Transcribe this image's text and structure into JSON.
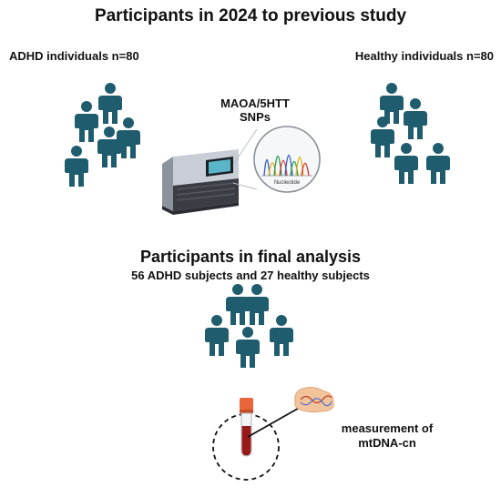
{
  "title": "Participants in 2024 to previous study",
  "left_group_label": "ADHD individuals n=80",
  "right_group_label": "Healthy individuals n=80",
  "snp_label_line1": "MAOA/5HTT",
  "snp_label_line2": "SNPs",
  "chromatogram_label": "Nucleotide",
  "final_title": "Participants in final analysis",
  "final_subtitle": "56 ADHD subjects and 27 healthy subjects",
  "measurement_line1": "measurement of",
  "measurement_line2": "mtDNA-cn",
  "icons": [
    "person-icon",
    "sequencer-icon",
    "chromatogram-icon",
    "blood-tube-icon",
    "mitochondrion-icon"
  ],
  "colors": {
    "person": "#1f5c6e",
    "machine_dark": "#3a3d44",
    "machine_light": "#c9ced6",
    "screen": "#5ab5c8",
    "tube_cap": "#e8663c",
    "blood": "#9a1a1a",
    "mito": "#f2c49b"
  }
}
